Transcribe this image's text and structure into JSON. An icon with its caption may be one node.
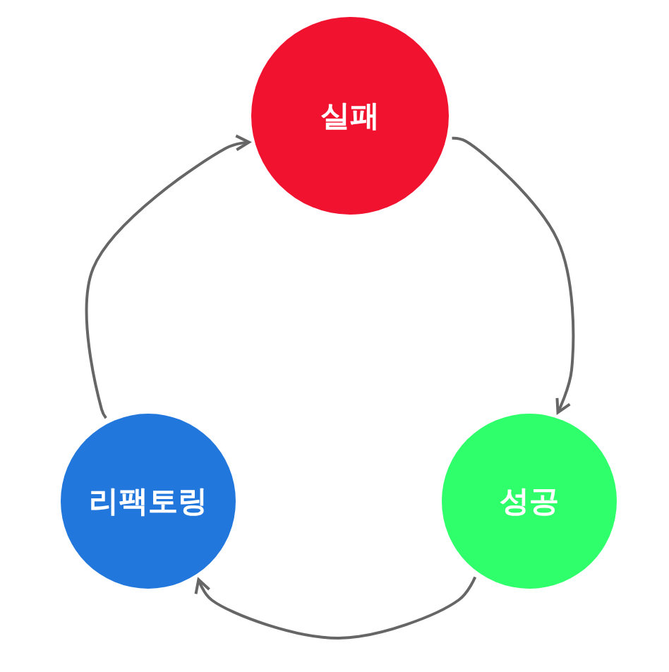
{
  "diagram": {
    "nodes": [
      {
        "text": [
          "실패"
        ]
      },
      {
        "text": [
          "성공"
        ]
      },
      {
        "text": [
          "리팩토링"
        ]
      }
    ],
    "edges": [
      {
        "from": 0,
        "to": 1,
        "arrow": "to"
      },
      {
        "from": 1,
        "to": 2,
        "arrow": "to"
      },
      {
        "from": 2,
        "to": 0,
        "arrow": "to"
      }
    ]
  }
}
